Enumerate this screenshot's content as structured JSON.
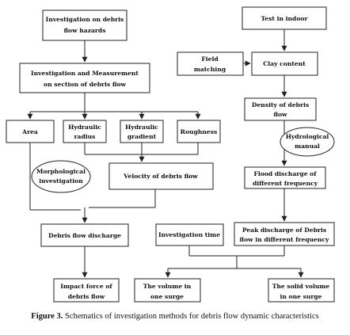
{
  "diagram": {
    "boxes": {
      "investigation_hazards": [
        "Investigation on debris",
        "flow hazards"
      ],
      "investigation_measurement": [
        "Investigation and Measurement",
        "on section of debris flow"
      ],
      "area": [
        "Area"
      ],
      "hydraulic_radius": [
        "Hydraulic",
        "radius"
      ],
      "hydraulic_gradient": [
        "Hydraulic",
        "gradient"
      ],
      "roughness": [
        "Roughness"
      ],
      "velocity": [
        "Velocity of debris flow"
      ],
      "debris_flow_discharge": [
        "Debris flow discharge"
      ],
      "investigation_time": [
        "Investigation time"
      ],
      "impact_force": [
        "Impact force of",
        "debris flow"
      ],
      "volume_in_one_surge": [
        "The volume in",
        "one surge"
      ],
      "solid_volume": [
        "The solid volume",
        "in one surge"
      ],
      "test_indoor": [
        "Test in indoor"
      ],
      "field_matching": [
        "Field",
        "matching"
      ],
      "clay_content": [
        "Clay content"
      ],
      "density": [
        "Density of debris",
        "flow"
      ],
      "flood_discharge": [
        "Flood  discharge of",
        "different frequency"
      ],
      "peak_discharge": [
        "Peak discharge of Debris",
        "flow  in different frequency"
      ]
    },
    "ovals": {
      "morphological": [
        "Morphological",
        "investigation"
      ],
      "hydrological": [
        "Hydrological",
        "manual"
      ]
    }
  },
  "caption": {
    "label": "Figure 3.",
    "text": " Schematics of investigation methods for debris flow dynamic characteristics"
  }
}
